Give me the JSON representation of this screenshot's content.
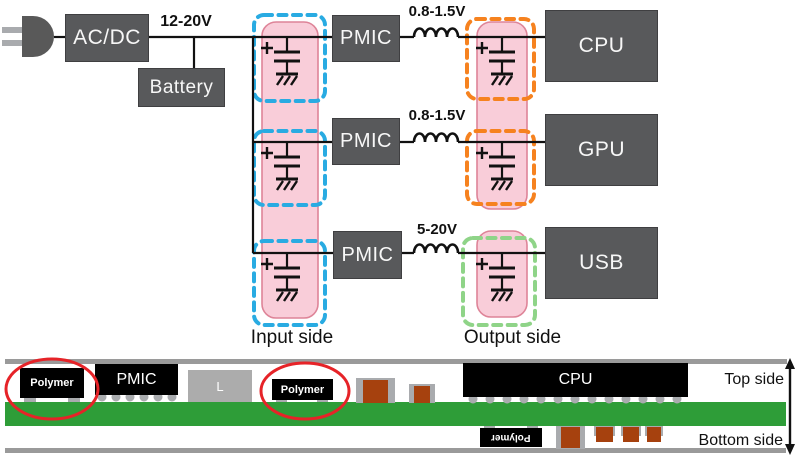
{
  "colors": {
    "box_gray": "#58595B",
    "input_dash_blue": "#29ABE2",
    "output_dash_orange": "#F6821F",
    "usb_dash_green": "#8FD488",
    "cap_fill_pink": "#F9CDD9",
    "cap_stroke_pink": "#DE8498",
    "pcb_green": "#2E9D38",
    "mlcc_brown": "#A6410E",
    "terminal_gray": "#A9ABAE",
    "highlight_red": "#E62328"
  },
  "schematic": {
    "source": {
      "acdc_label": "AC/DC",
      "battery_label": "Battery",
      "bus_voltage": "12-20V"
    },
    "rails": [
      {
        "pmic_label": "PMIC",
        "voltage_label": "0.8-1.5V",
        "load_label": "CPU"
      },
      {
        "pmic_label": "PMIC",
        "voltage_label": "0.8-1.5V",
        "load_label": "GPU"
      },
      {
        "pmic_label": "PMIC",
        "voltage_label": "5-20V",
        "load_label": "USB"
      }
    ],
    "input_side_label": "Input side",
    "output_side_label": "Output side"
  },
  "board": {
    "top_side_label": "Top side",
    "bottom_side_label": "Bottom side",
    "top_components": {
      "polymer_left": "Polymer",
      "pmic": "PMIC",
      "inductor": "L",
      "polymer_mid": "Polymer",
      "cpu": "CPU"
    },
    "bottom_components": {
      "polymer": "Polymer"
    }
  }
}
